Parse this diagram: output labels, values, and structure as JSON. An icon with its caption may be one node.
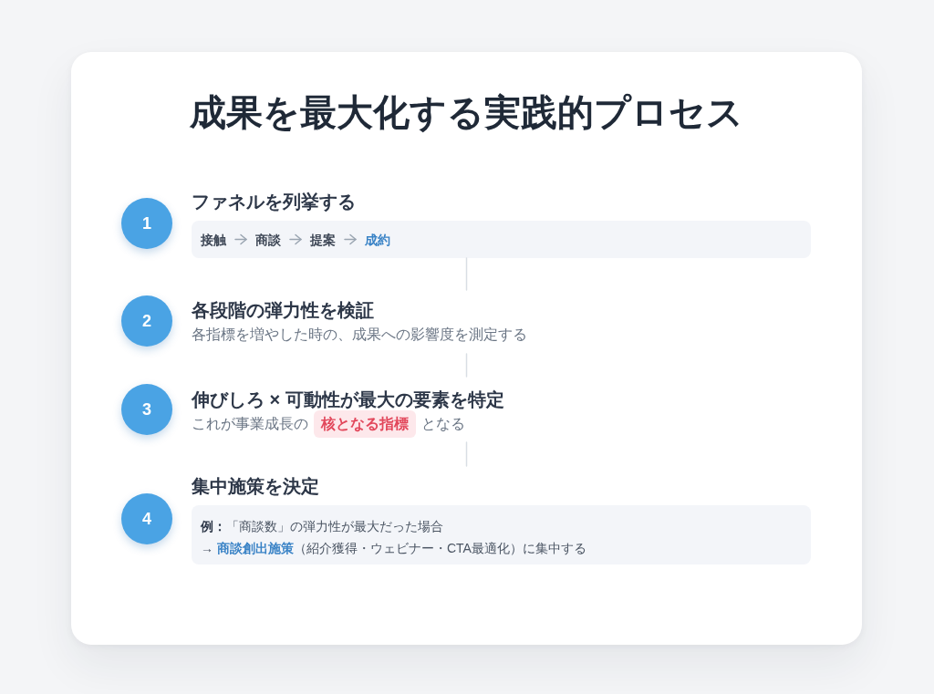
{
  "diagram": {
    "title": "成果を最大化する実践的プロセス",
    "nodes": [
      {
        "text": [
          "1"
        ]
      },
      {
        "text": [
          "ファネルを列挙する"
        ]
      },
      {
        "text": [
          "接触"
        ],
        "in": 1
      },
      {
        "text": [
          "商談"
        ],
        "in": 1
      },
      {
        "text": [
          "提案"
        ],
        "in": 1
      },
      {
        "text": [
          "成約"
        ],
        "in": 1
      },
      {
        "text": [
          "2"
        ]
      },
      {
        "text": [
          "各段階の弾力性を検証",
          "各指標を増やした時の、成果への影響度を測定する"
        ]
      },
      {
        "text": [
          "3"
        ]
      },
      {
        "text": [
          "伸びしろ × 可動性が最大の要素を特定",
          "これが事業成長の**核となる指標**となる"
        ]
      },
      {
        "text": [
          "4"
        ]
      },
      {
        "text": [
          "集中施策を決定",
          "**例：**「商談数」の弾力性が最大だった場合",
          "→ **商談創出施策**（紹介獲得・ウェビナー・CTA最適化）に集中する"
        ]
      }
    ],
    "edges": [
      {
        "from": 2,
        "to": 3,
        "arrow": "to"
      },
      {
        "from": 3,
        "to": 4,
        "arrow": "to"
      },
      {
        "from": 4,
        "to": 5,
        "arrow": "to"
      },
      {
        "from": 1,
        "to": 7,
        "arrow": "none",
        "color": "#d9dee4"
      },
      {
        "from": 7,
        "to": 9,
        "arrow": "none",
        "color": "#d9dee4"
      },
      {
        "from": 9,
        "to": 11,
        "arrow": "none",
        "color": "#d9dee4"
      }
    ]
  }
}
